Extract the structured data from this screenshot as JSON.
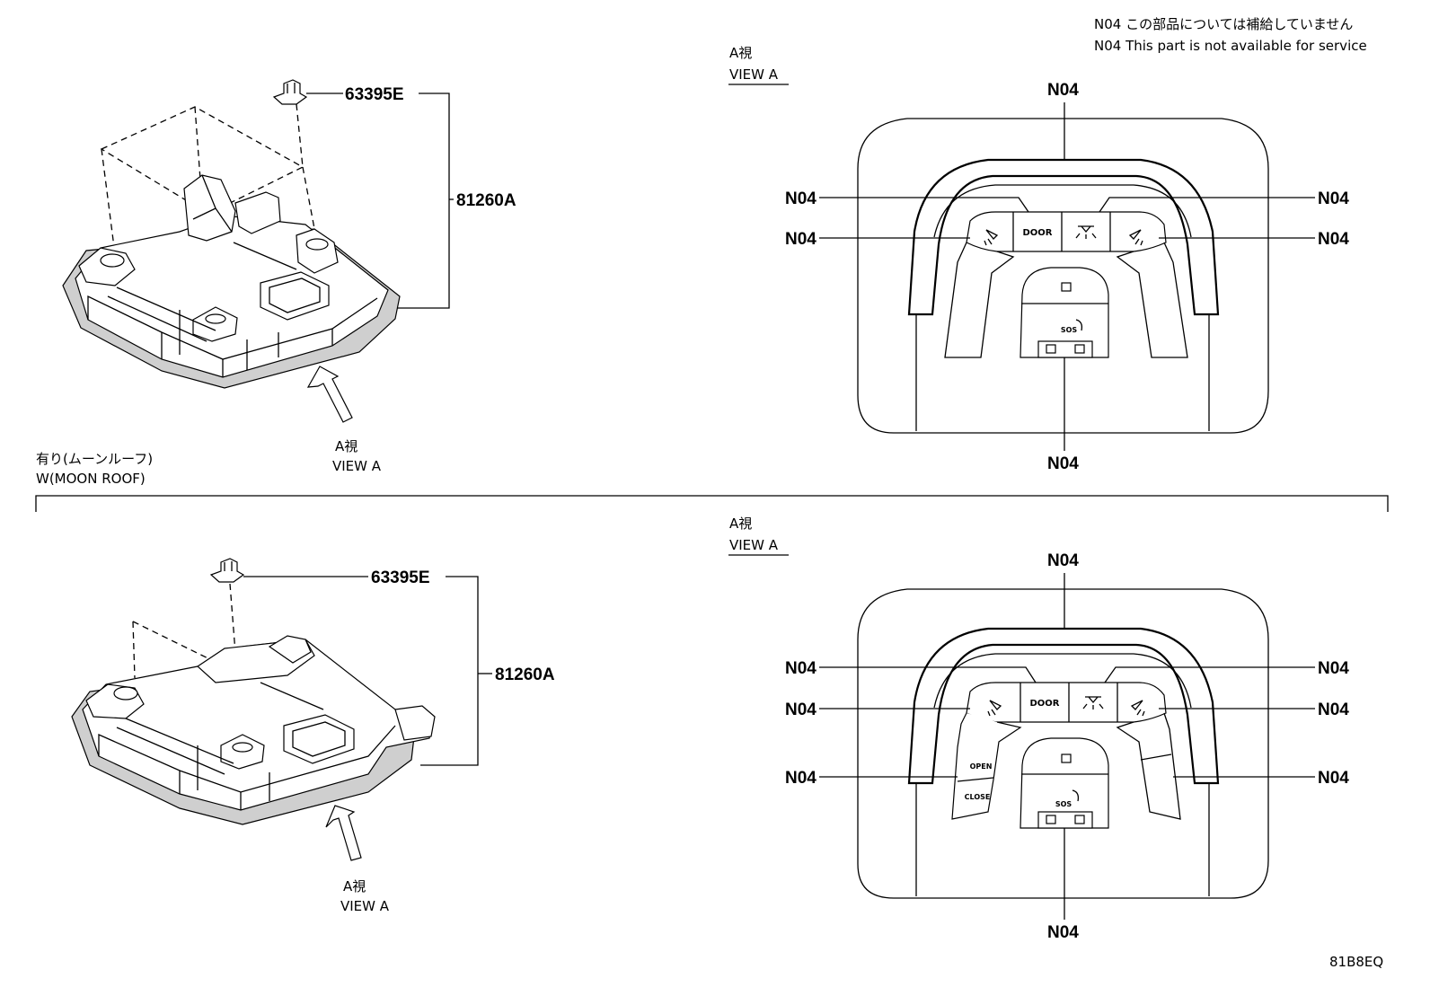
{
  "notes": {
    "line1": "N04 この部品については補給していません",
    "line2": "N04 This part is not available for service"
  },
  "top": {
    "part_clip": "63395E",
    "part_lamp": "81260A",
    "arrow_label_jp": "A視",
    "arrow_label_en": "VIEW A",
    "view_title_jp": "A視",
    "view_title_en": "VIEW A",
    "callouts": [
      "N04",
      "N04",
      "N04",
      "N04",
      "N04",
      "N04"
    ],
    "buttons": {
      "door": "DOOR",
      "sos": "SOS"
    }
  },
  "section": {
    "label_jp": "有り(ムーンルーフ)",
    "label_en": "W(MOON ROOF)"
  },
  "bottom": {
    "part_clip": "63395E",
    "part_lamp": "81260A",
    "arrow_label_jp": "A視",
    "arrow_label_en": "VIEW A",
    "view_title_jp": "A視",
    "view_title_en": "VIEW A",
    "callouts": [
      "N04",
      "N04",
      "N04",
      "N04",
      "N04",
      "N04",
      "N04",
      "N04"
    ],
    "buttons": {
      "door": "DOOR",
      "open": "OPEN",
      "close": "CLOSE",
      "sos": "SOS"
    }
  },
  "figure_id": "81B8EQ"
}
